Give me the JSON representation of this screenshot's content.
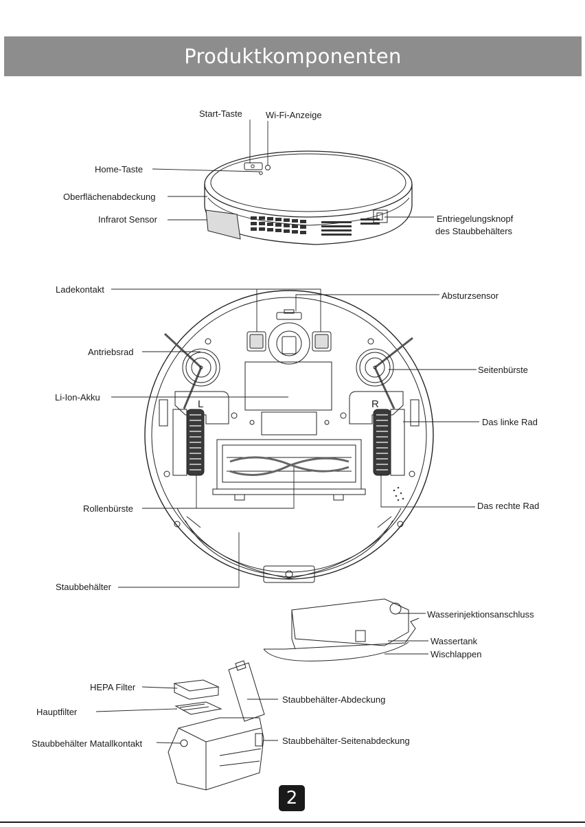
{
  "page": {
    "title": "Produktkomponenten",
    "page_number": "2"
  },
  "labels": {
    "start_taste": "Start-Taste",
    "wifi_anzeige": "Wi-Fi-Anzeige",
    "home_taste": "Home-Taste",
    "oberflaechenabdeckung": "Oberflächenabdeckung",
    "infrarot_sensor": "Infrarot Sensor",
    "entriegelungsknopf_1": "Entriegelungsknopf",
    "entriegelungsknopf_2": "des Staubbehälters",
    "ladekontakt": "Ladekontakt",
    "absturzsensor": "Absturzsensor",
    "antriebsrad": "Antriebsrad",
    "seitenbuerste": "Seitenbürste",
    "li_ion_akku": "Li-Ion-Akku",
    "das_linke_rad": "Das linke Rad",
    "rollenbuerste": "Rollenbürste",
    "das_rechte_rad": "Das rechte Rad",
    "staubbehaelter": "Staubbehälter",
    "wasserinjektionsanschluss": "Wasserinjektionsanschluss",
    "wassertank": "Wassertank",
    "wischlappen": "Wischlappen",
    "hepa_filter": "HEPA Filter",
    "hauptfilter": "Hauptfilter",
    "staubbehaelter_abdeckung": "Staubbehälter-Abdeckung",
    "staubbehaelter_metallkontakt": "Staubbehälter Matallkontakt",
    "staubbehaelter_seitenabdeckung": "Staubbehälter-Seitenabdeckung"
  },
  "wheel_marks": {
    "left": "L",
    "right": "R"
  }
}
